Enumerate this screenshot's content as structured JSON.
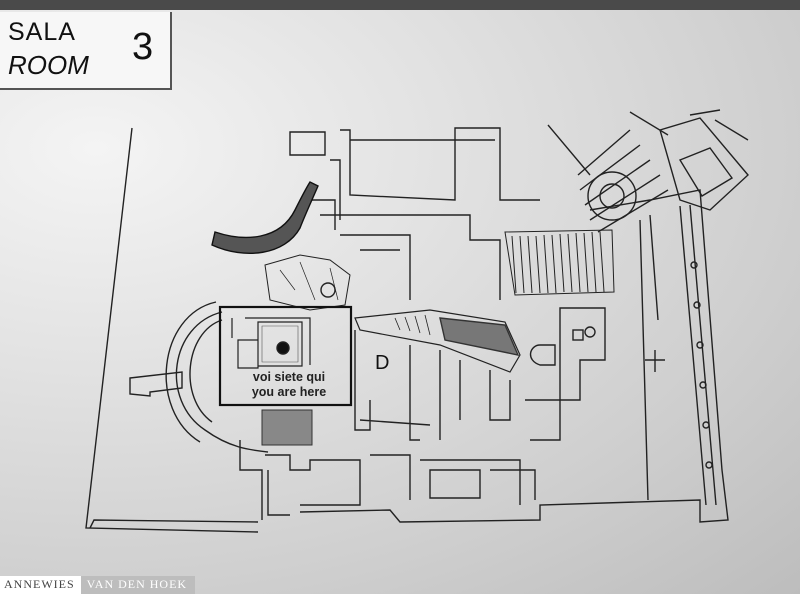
{
  "sign": {
    "label_top": "SALA",
    "label_bottom": "ROOM",
    "room_number": "3"
  },
  "map": {
    "you_are_here_it": "voi siete qui",
    "you_are_here_en": "you are here",
    "zone_letter": "D"
  },
  "credit": {
    "part1": "ANNEWIES",
    "part2": "VAN DEN HOEK"
  },
  "colors": {
    "ink": "#222222",
    "paper": "#e2e2e2"
  }
}
